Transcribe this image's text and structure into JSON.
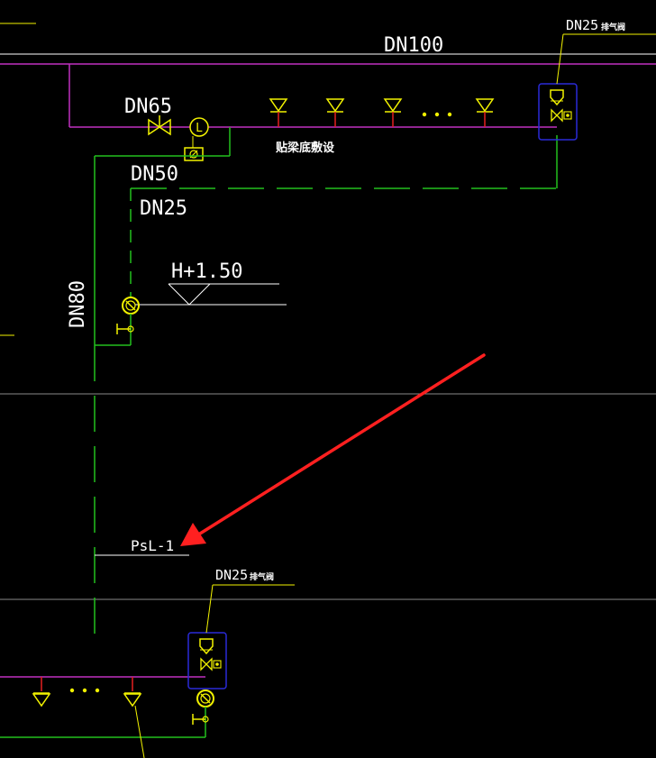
{
  "labels": {
    "main_pipe": "DN100",
    "vent_top": "DN25",
    "vent_top_cn": "排气阀",
    "valve_size": "DN65",
    "branch_size": "DN50",
    "drain_size": "DN25",
    "riser_size": "DN80",
    "elevation": "H+1.50",
    "lay_note": "贴梁底敷设",
    "riser_tag": "PsL-1",
    "vent_bottom": "DN25",
    "vent_bottom_cn": "排气阀",
    "gauge_symbol": "L"
  },
  "colors": {
    "background": "#000000",
    "main_pipe": "#c030c0",
    "branch_pipe": "#22c01e",
    "symbol": "#f2f200",
    "sprinkler": "#e62020",
    "vent_box": "#2a2ad8",
    "annotation": "#ffffff",
    "grid_line": "#8a8a8a",
    "arrow": "#ff2020"
  }
}
